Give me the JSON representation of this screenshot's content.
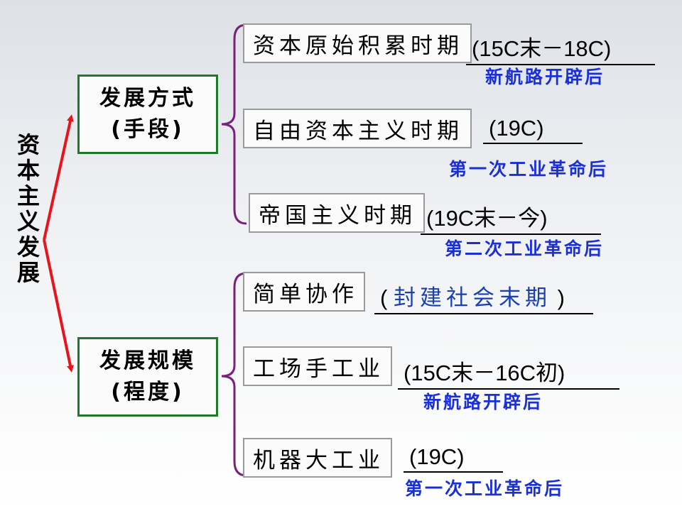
{
  "root": {
    "chars": [
      "资",
      "本",
      "主",
      "义",
      "发",
      "展"
    ]
  },
  "categories": [
    {
      "line1": "发展方式",
      "line2": "(手段)"
    },
    {
      "line1": "发展规模",
      "line2": "(程度)"
    }
  ],
  "stages": [
    {
      "label": "资本原始积累时期",
      "period": "(15C末－18C)",
      "note": "新航路开辟后"
    },
    {
      "label": "自由资本主义时期",
      "period": "(19C)",
      "note": "第一次工业革命后"
    },
    {
      "label": "帝国主义时期",
      "period": "(19C末－今)",
      "note": "第二次工业革命后"
    },
    {
      "label": "简单协作",
      "period_open": "(",
      "period_link": "封建社会末期",
      "period_close": ")"
    },
    {
      "label": "工场手工业",
      "period": "(15C末－16C初)",
      "note": "新航路开辟后"
    },
    {
      "label": "机器大工业",
      "period": "(19C)",
      "note": "第一次工业革命后"
    }
  ],
  "colors": {
    "arrow": "#e8141b",
    "category_border": "#1e7a2a",
    "bracket": "#7a1f7a",
    "note_text": "#1a2fd6",
    "link_text": "#1c3fb0"
  }
}
